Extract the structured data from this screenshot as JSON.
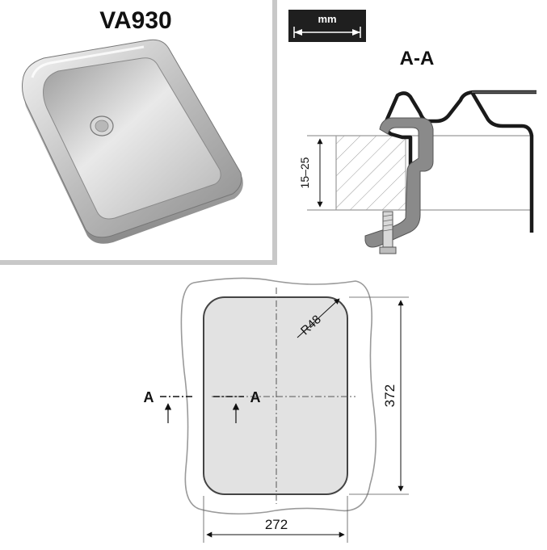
{
  "product": {
    "model": "VA930"
  },
  "unit_badge": {
    "label": "mm"
  },
  "section": {
    "title": "A-A",
    "thickness_label": "15–25"
  },
  "plan": {
    "radius_label": "R48",
    "height_label": "372",
    "width_label": "272",
    "section_marker_left": "A",
    "section_marker_right": "A"
  },
  "colors": {
    "panel_border": "#c8c8c8",
    "steel_dark": "#1a1a1a",
    "clamp_gray": "#8a8a8a",
    "cutout_fill": "#e2e2e2"
  }
}
